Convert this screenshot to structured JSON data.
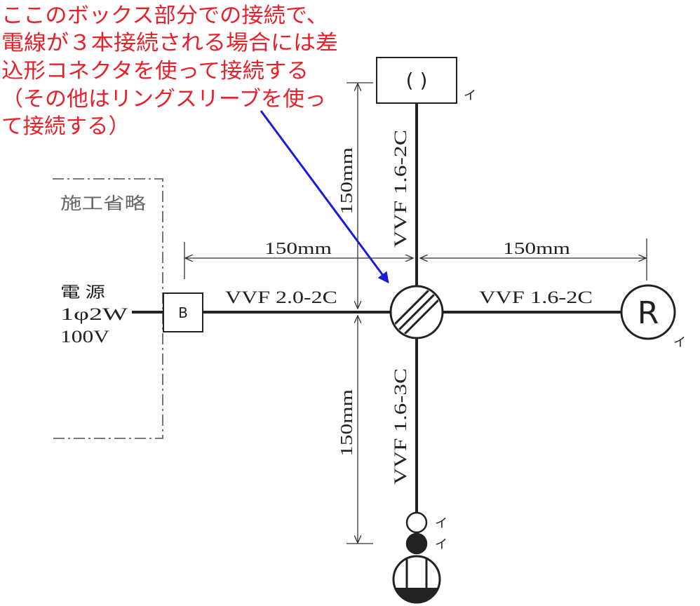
{
  "annotation": {
    "lines": [
      "ここのボックス部分での接続で、",
      "電線が３本接続される場合には差",
      "込形コネクタを使って接続する",
      "（その他はリングスリーブを使っ",
      "て接続する）"
    ]
  },
  "omitted_area": {
    "label": "施工省略"
  },
  "power_source": {
    "line1": "電 源",
    "line2": "1φ2W",
    "line3": "100V"
  },
  "breaker": {
    "label": "B"
  },
  "receptacle_r": {
    "label": "R"
  },
  "ceiling_fixture": {
    "label": "( )"
  },
  "cables": {
    "main": "VVF 2.0-2C",
    "to_r": "VVF 1.6-2C",
    "to_fixture": "VVF 1.6-2C",
    "to_switch": "VVF 1.6-3C"
  },
  "dimensions": {
    "left": "150mm",
    "right": "150mm",
    "top": "150mm",
    "bottom": "150mm"
  },
  "circuit_labels": {
    "fixture": "イ",
    "receptacle": "イ",
    "pilot_lamp": "イ",
    "switch": "イ"
  },
  "colors": {
    "annotation": "#e8202a",
    "arrow": "#1a1adc",
    "wire": "#222222",
    "omitted_border": "#777777"
  },
  "icons": {
    "junction": "junction-box-icon",
    "breaker": "breaker-icon",
    "receptacle": "receptacle-r-icon",
    "fixture": "ceiling-fixture-icon",
    "pilot_lamp": "pilot-lamp-icon",
    "switch": "switch-icon",
    "outlet": "outlet-icon"
  }
}
